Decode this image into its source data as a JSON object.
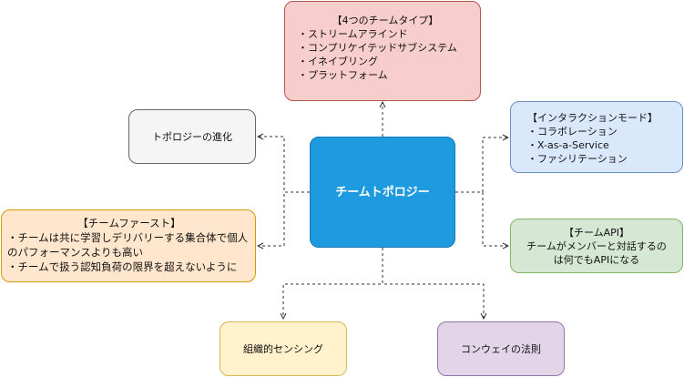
{
  "center": {
    "label": "チームトポロジー"
  },
  "team_types": {
    "title": "【4つのチームタイプ】",
    "items": [
      "・ストリームアラインド",
      "・コンプリケイテッドサブシステム",
      "・イネイブリング",
      "・プラットフォーム"
    ]
  },
  "interaction_modes": {
    "title": "【インタラクションモード】",
    "items": [
      "・コラボレーション",
      "・X-as-a-Service",
      "・ファシリテーション"
    ]
  },
  "team_api": {
    "title": "【チームAPI】",
    "lines": [
      "チームがメンバーと対話するの",
      "は何でもAPIになる"
    ]
  },
  "topology_evolution": {
    "label": "トポロジーの進化"
  },
  "team_first": {
    "title": "【チームファースト】",
    "item1": "・チームは共に学習しデリバリーする集合体で個人のパフォーマンスよりも高い",
    "item2": "・チームで扱う認知負荷の限界を超えないように"
  },
  "org_sensing": {
    "label": "組織的センシング"
  },
  "conway": {
    "label": "コンウェイの法則"
  },
  "colors": {
    "center_fill": "#1e9ae0",
    "types_fill": "#f8cecc",
    "interaction_fill": "#dae8fc",
    "api_fill": "#d5e8d4",
    "evolution_fill": "#f5f5f5",
    "first_fill": "#ffe6cc",
    "sensing_fill": "#fff2cc",
    "conway_fill": "#e1d5e7",
    "edge": "#333333"
  }
}
